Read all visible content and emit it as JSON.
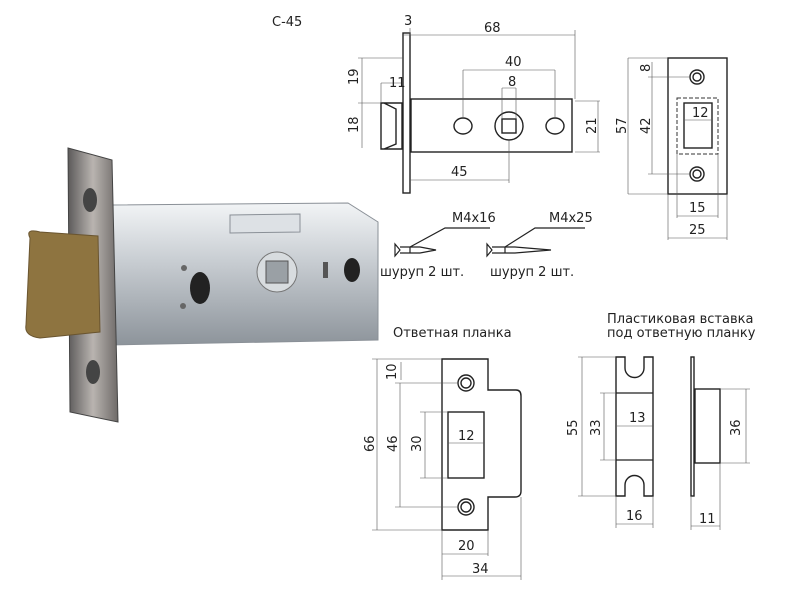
{
  "model": "С-45",
  "latch_view": {
    "dims": {
      "faceplate_thickness": "3",
      "length": "68",
      "holes_spacing": "40",
      "spindle": "8",
      "top_offset": "19",
      "bolt_projection": "11",
      "bolt_height": "18",
      "body_height": "21",
      "backset": "45"
    }
  },
  "faceplate_view": {
    "dims": {
      "hole_offset": "8",
      "hole_spacing": "42",
      "height": "57",
      "bolt_width": "12",
      "inner_width": "15",
      "width": "25"
    }
  },
  "screws": [
    {
      "size": "M4x16",
      "label": "шуруп 2 шт."
    },
    {
      "size": "M4x25",
      "label": "шуруп 2 шт."
    }
  ],
  "strike_plate": {
    "title": "Ответная планка",
    "dims": {
      "hole_offset": "10",
      "height": "66",
      "hole_spacing": "46",
      "slot_height": "30",
      "slot_width": "12",
      "plate_width": "20",
      "total_width": "34"
    }
  },
  "plastic_insert": {
    "title_line1": "Пластиковая вставка",
    "title_line2": "под ответную планку",
    "dims": {
      "height": "55",
      "pocket_height": "33",
      "pocket_width": "13",
      "width": "16",
      "depth_height": "36",
      "depth": "11"
    }
  }
}
